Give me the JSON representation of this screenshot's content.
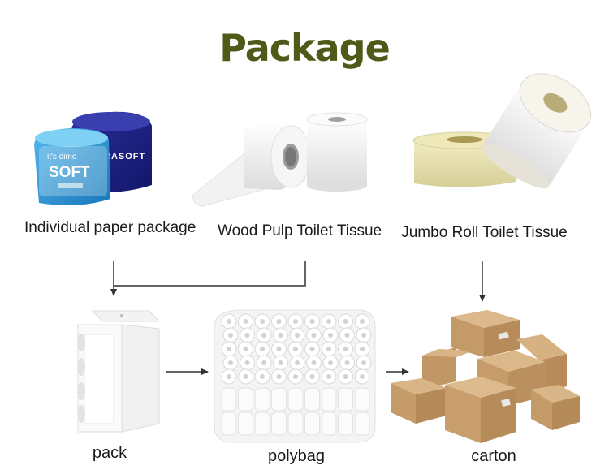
{
  "title": "Package",
  "colors": {
    "title": "#4d5a18",
    "arrow": "#333333",
    "box": "#c9a170"
  },
  "products": {
    "individual": {
      "label": "Individual paper package",
      "front_brand": "it's dimo",
      "front_word": "SOFT",
      "back_brand": "RASOFT"
    },
    "wood_pulp": {
      "label": "Wood Pulp Toilet Tissue"
    },
    "jumbo": {
      "label": "Jumbo Roll Toilet Tissue"
    }
  },
  "packaging": {
    "pack": {
      "label": "pack"
    },
    "polybag": {
      "label": "polybag"
    },
    "carton": {
      "label": "carton"
    }
  }
}
